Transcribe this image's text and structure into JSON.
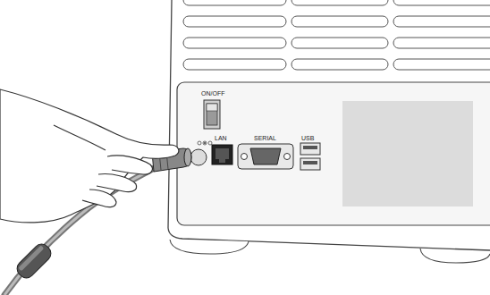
{
  "diagram": {
    "labels": [
      "ON/OFF",
      "LAN",
      "SERIAL",
      "USB"
    ]
  }
}
